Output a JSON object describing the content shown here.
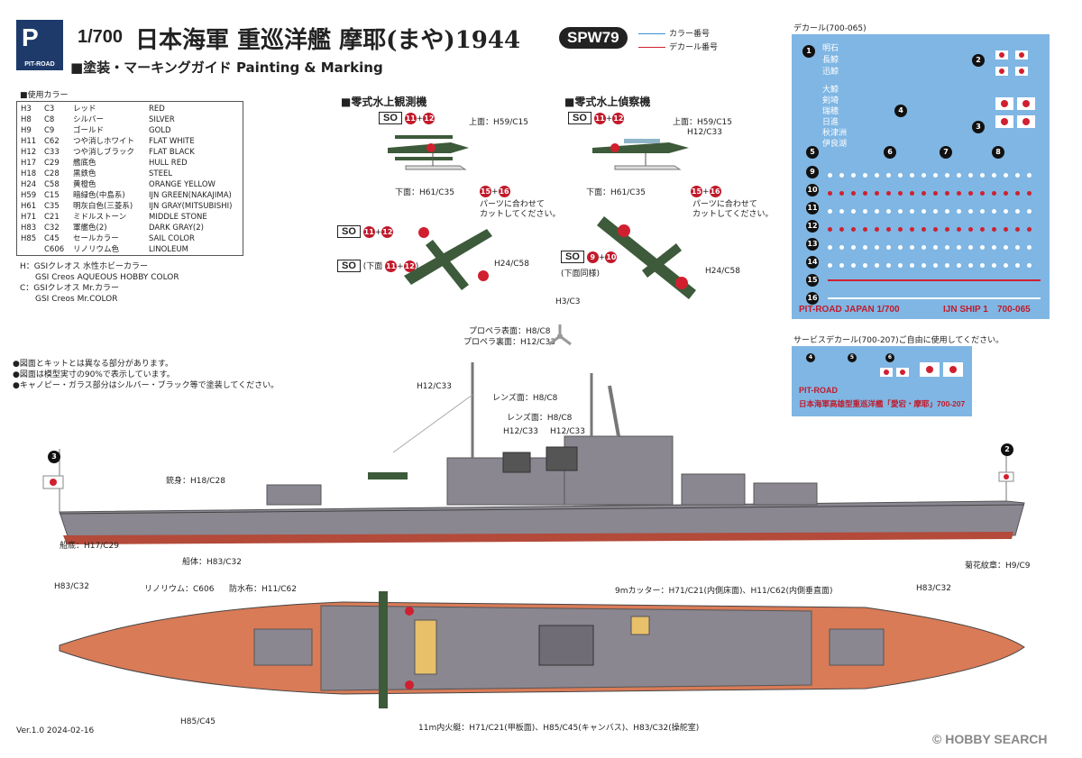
{
  "header": {
    "logo_text": "PIT-ROAD",
    "scale": "1/700",
    "title": "日本海軍 重巡洋艦 摩耶(まや)1944",
    "code": "SPW79",
    "subtitle": "■塗装・マーキングガイド Painting & Marking",
    "legend": [
      {
        "label": "カラー番号",
        "color": "#3a8fd8"
      },
      {
        "label": "デカール番号",
        "color": "#d2202f"
      }
    ]
  },
  "paint_table": {
    "title": "■使用カラー",
    "rows": [
      {
        "h": "H3",
        "c": "C3",
        "jp": "レッド",
        "en": "RED"
      },
      {
        "h": "H8",
        "c": "C8",
        "jp": "シルバー",
        "en": "SILVER"
      },
      {
        "h": "H9",
        "c": "C9",
        "jp": "ゴールド",
        "en": "GOLD"
      },
      {
        "h": "H11",
        "c": "C62",
        "jp": "つや消しホワイト",
        "en": "FLAT WHITE"
      },
      {
        "h": "H12",
        "c": "C33",
        "jp": "つや消しブラック",
        "en": "FLAT BLACK"
      },
      {
        "h": "H17",
        "c": "C29",
        "jp": "艦底色",
        "en": "HULL RED"
      },
      {
        "h": "H18",
        "c": "C28",
        "jp": "黒鉄色",
        "en": "STEEL"
      },
      {
        "h": "H24",
        "c": "C58",
        "jp": "黄橙色",
        "en": "ORANGE YELLOW"
      },
      {
        "h": "H59",
        "c": "C15",
        "jp": "暗緑色(中島系)",
        "en": "IJN GREEN(NAKAJIMA)"
      },
      {
        "h": "H61",
        "c": "C35",
        "jp": "明灰白色(三菱系)",
        "en": "IJN GRAY(MITSUBISHI)"
      },
      {
        "h": "H71",
        "c": "C21",
        "jp": "ミドルストーン",
        "en": "MIDDLE STONE"
      },
      {
        "h": "H83",
        "c": "C32",
        "jp": "軍艦色(2)",
        "en": "DARK GRAY(2)"
      },
      {
        "h": "H85",
        "c": "C45",
        "jp": "セールカラー",
        "en": "SAIL COLOR"
      },
      {
        "h": "",
        "c": "C606",
        "jp": "リノリウム色",
        "en": "LINOLEUM"
      }
    ],
    "notes": [
      "H：GSIクレオス 水性ホビーカラー",
      "GSI Creos AQUEOUS HOBBY COLOR",
      "C：GSIクレオス Mr.カラー",
      "GSI Creos Mr.COLOR"
    ]
  },
  "aircraft": {
    "obs_title": "■零式水上観測機",
    "recon_title": "■零式水上偵察機",
    "so": "SO",
    "plus": "+",
    "n9": "9",
    "n10": "10",
    "n11": "11",
    "n12": "12",
    "n15": "15",
    "n16": "16",
    "upper": "上面：H59/C15",
    "lower": "下面：H61/C35",
    "h12": "H12/C33",
    "cut_note": "パーツに合わせて\nカットしてください。",
    "bottom_paren": "(下面",
    "bottom_paren_close": ")",
    "bottom_same": "(下面同様)",
    "h24": "H24/C58",
    "h3": "H3/C3",
    "prop_front": "プロペラ表面：H8/C8",
    "prop_back": "プロペラ裏面：H12/C33"
  },
  "decal": {
    "title": "デカール(700-065)",
    "names_a": [
      "明石",
      "長鯨",
      "迅鯨"
    ],
    "names_b": [
      "大鯨",
      "剣埼",
      "瑞穂",
      "日進",
      "秋津洲",
      "伊良湖"
    ],
    "nums": [
      "1",
      "2",
      "3",
      "4",
      "5",
      "6",
      "7",
      "8",
      "9",
      "10",
      "11",
      "12",
      "13",
      "14",
      "15",
      "16"
    ],
    "footer_left": "PIT-ROAD JAPAN 1/700",
    "footer_mid": "IJN SHIP 1",
    "footer_right": "700-065"
  },
  "service_decal": {
    "title": "サービスデカール(700-207)ご自由に使用してください。",
    "nums": [
      "4",
      "5",
      "6"
    ],
    "brand": "PIT-ROAD",
    "text": "日本海軍高雄型重巡洋艦「愛宕・摩耶」700-207"
  },
  "notes": [
    "●図面とキットとは異なる部分があります。",
    "●図面は模型実寸の90%で表示しています。",
    "●キャノピー・ガラス部分はシルバー・ブラック等で塗装してください。"
  ],
  "side_view": {
    "flag_left_num": "3",
    "flag_right_num": "2",
    "h12": "H12/C33",
    "lens1": "レンズ面：H8/C8",
    "lens2": "レンズ面：H8/C8",
    "h12b": "H12/C33",
    "h12c": "H12/C33",
    "gun": "銃身：H18/C28",
    "bottom": "船底：H17/C29",
    "hull": "船体：H83/C32",
    "crest": "菊花紋章：H9/C9"
  },
  "top_view": {
    "h83_left": "H83/C32",
    "linoleum": "リノリウム：C606",
    "canvas": "防水布：H11/C62",
    "cutter": "9mカッター：H71/C21(内側床面)、H11/C62(内側垂直面)",
    "h83_right": "H83/C32",
    "h85": "H85/C45",
    "launch": "11m内火艇：H71/C21(甲板面)、H85/C45(キャンバス)、H83/C32(操舵室)"
  },
  "footer": {
    "version": "Ver.1.0 2024-02-16",
    "watermark": "HOBBY SEARCH",
    "copyright": "©"
  },
  "colors": {
    "hull_gray": "#8a8791",
    "linoleum": "#d97b57",
    "hull_red": "#b34a3a",
    "aircraft_green": "#3d5a3a",
    "decal_blue": "#7fb6e3",
    "hinomaru": "#d0202f"
  }
}
